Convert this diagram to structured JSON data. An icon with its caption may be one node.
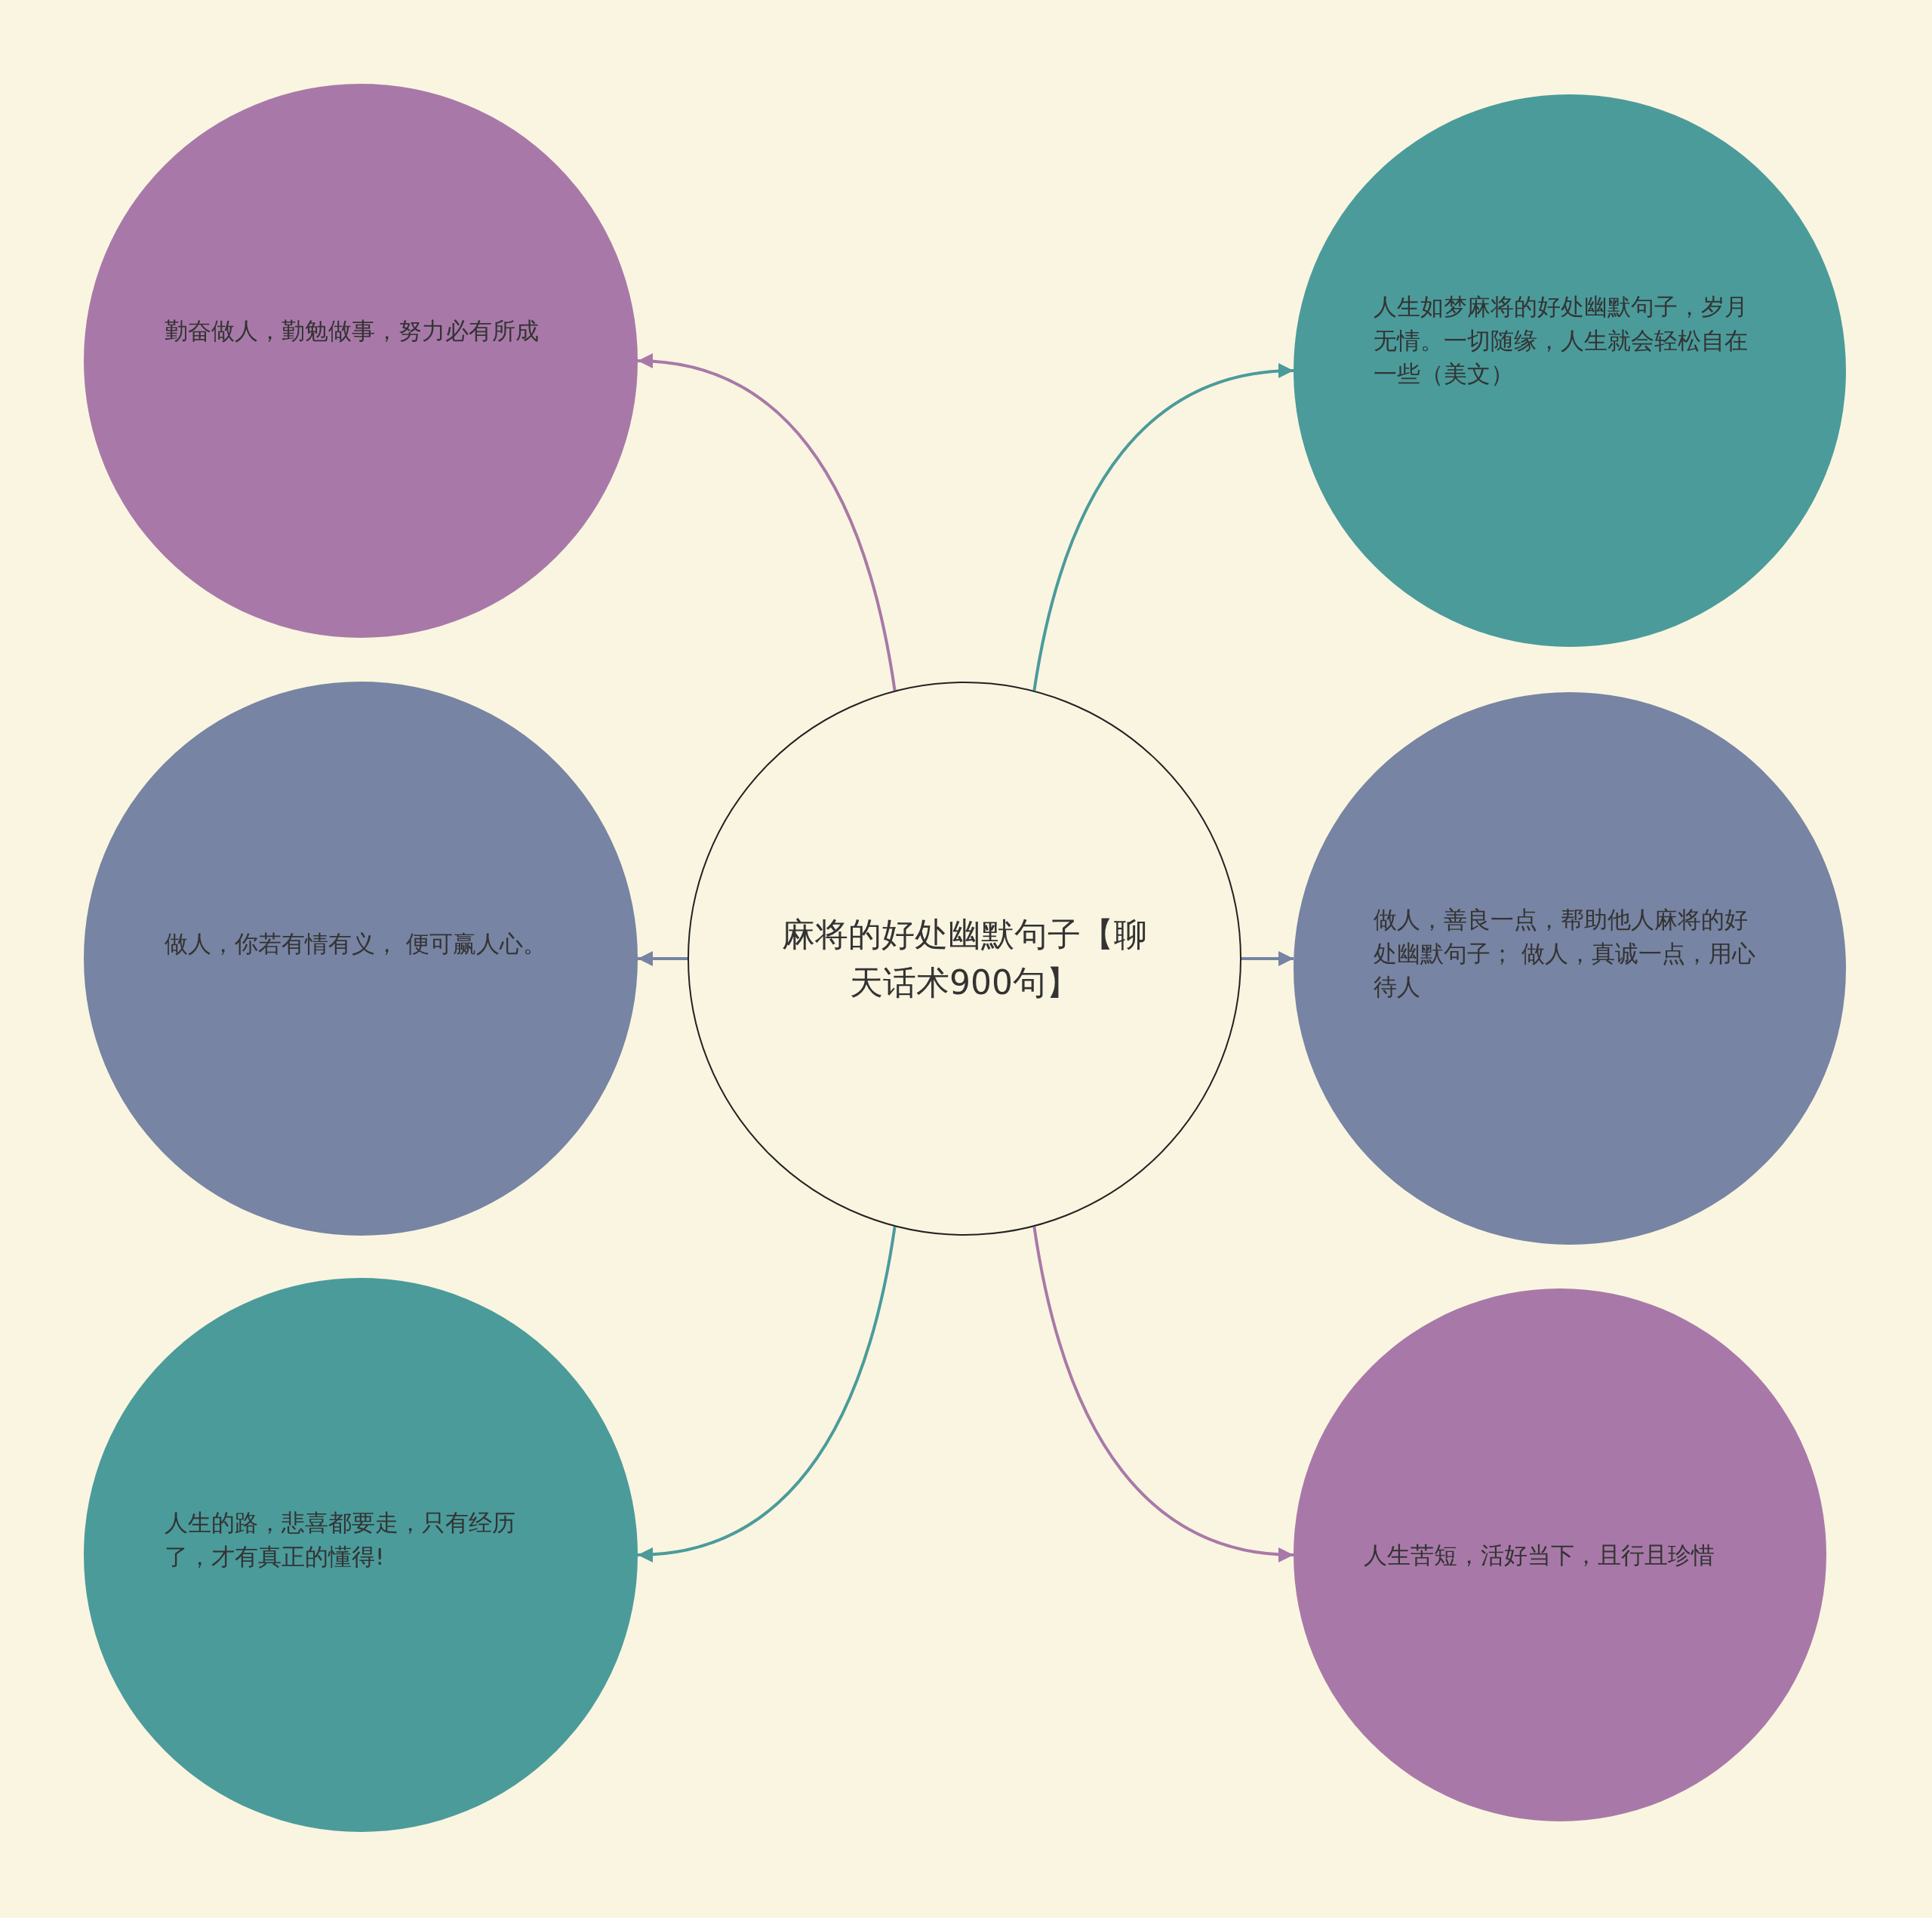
{
  "diagram": {
    "nodes": [
      {
        "text": [
          "麻将的好处幽默句子【聊天话术900句】"
        ]
      },
      {
        "text": [
          "勤奋做人，勤勉做事，努力必有所成"
        ]
      },
      {
        "text": [
          "人生如梦麻将的好处幽默句子，岁月无情。一切随缘，人生就会轻松自在一些（美文）"
        ]
      },
      {
        "text": [
          "做人，你若有情有义， 便可赢人心。"
        ]
      },
      {
        "text": [
          "做人，善良一点，帮助他人麻将的好处幽默句子； 做人，真诚一点，用心待人"
        ]
      },
      {
        "text": [
          "人生的路，悲喜都要走，只有经历了，才有真正的懂得!"
        ]
      },
      {
        "text": [
          "人生苦短，活好当下，且行且珍惜"
        ]
      }
    ],
    "edges": [
      {
        "from": 0,
        "to": 1,
        "arrow": "to",
        "color": "#a879a8"
      },
      {
        "from": 0,
        "to": 2,
        "arrow": "to",
        "color": "#4b9b9b"
      },
      {
        "from": 0,
        "to": 3,
        "arrow": "to",
        "color": "#7784a3"
      },
      {
        "from": 0,
        "to": 4,
        "arrow": "to",
        "color": "#7784a3"
      },
      {
        "from": 0,
        "to": 5,
        "arrow": "to",
        "color": "#4b9b9b"
      },
      {
        "from": 0,
        "to": 6,
        "arrow": "to",
        "color": "#a879a8"
      }
    ]
  }
}
